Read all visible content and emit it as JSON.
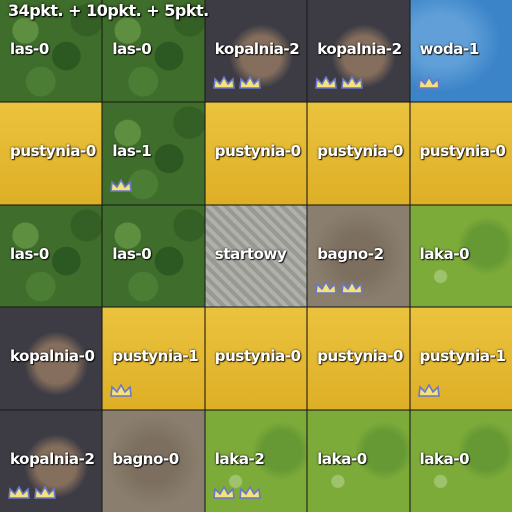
{
  "score": "34pkt. + 10pkt. + 5pkt.",
  "colors": {
    "las": "#3f6e2c",
    "pustynia": "#e5b72a",
    "kopalnia": "#3d3c45",
    "woda": "#3b84c8",
    "bagno": "#8a7f6e",
    "laka": "#7dab3a",
    "startowy": "#a6a6a0"
  },
  "rows": [
    [
      {
        "terrain": "las",
        "label": "las-0",
        "crowns": 0
      },
      {
        "terrain": "las",
        "label": "las-0",
        "crowns": 0
      },
      {
        "terrain": "kopalnia",
        "label": "kopalnia-2",
        "crowns": 2
      },
      {
        "terrain": "kopalnia",
        "label": "kopalnia-2",
        "crowns": 2
      },
      {
        "terrain": "woda",
        "label": "woda-1",
        "crowns": 1
      }
    ],
    [
      {
        "terrain": "pustynia",
        "label": "pustynia-0",
        "crowns": 0
      },
      {
        "terrain": "las",
        "label": "las-1",
        "crowns": 1
      },
      {
        "terrain": "pustynia",
        "label": "pustynia-0",
        "crowns": 0
      },
      {
        "terrain": "pustynia",
        "label": "pustynia-0",
        "crowns": 0
      },
      {
        "terrain": "pustynia",
        "label": "pustynia-0",
        "crowns": 0
      }
    ],
    [
      {
        "terrain": "las",
        "label": "las-0",
        "crowns": 0
      },
      {
        "terrain": "las",
        "label": "las-0",
        "crowns": 0
      },
      {
        "terrain": "startowy",
        "label": "startowy",
        "crowns": 0
      },
      {
        "terrain": "bagno",
        "label": "bagno-2",
        "crowns": 2
      },
      {
        "terrain": "laka",
        "label": "laka-0",
        "crowns": 0
      }
    ],
    [
      {
        "terrain": "kopalnia",
        "label": "kopalnia-0",
        "crowns": 0
      },
      {
        "terrain": "pustynia",
        "label": "pustynia-1",
        "crowns": 1
      },
      {
        "terrain": "pustynia",
        "label": "pustynia-0",
        "crowns": 0
      },
      {
        "terrain": "pustynia",
        "label": "pustynia-0",
        "crowns": 0
      },
      {
        "terrain": "pustynia",
        "label": "pustynia-1",
        "crowns": 1
      }
    ],
    [
      {
        "terrain": "kopalnia",
        "label": "kopalnia-2",
        "crowns": 2
      },
      {
        "terrain": "bagno",
        "label": "bagno-0",
        "crowns": 0
      },
      {
        "terrain": "laka",
        "label": "laka-2",
        "crowns": 2
      },
      {
        "terrain": "laka",
        "label": "laka-0",
        "crowns": 0
      },
      {
        "terrain": "laka",
        "label": "laka-0",
        "crowns": 0
      }
    ]
  ]
}
